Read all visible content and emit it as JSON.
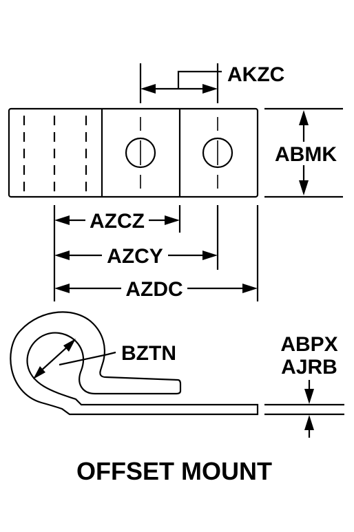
{
  "labels": {
    "akzc": "AKZC",
    "abmk": "ABMK",
    "azcz": "AZCZ",
    "azcy": "AZCY",
    "azdc": "AZDC",
    "bztn": "BZTN",
    "abpx": "ABPX",
    "ajrb": "AJRB"
  },
  "caption": "OFFSET MOUNT"
}
